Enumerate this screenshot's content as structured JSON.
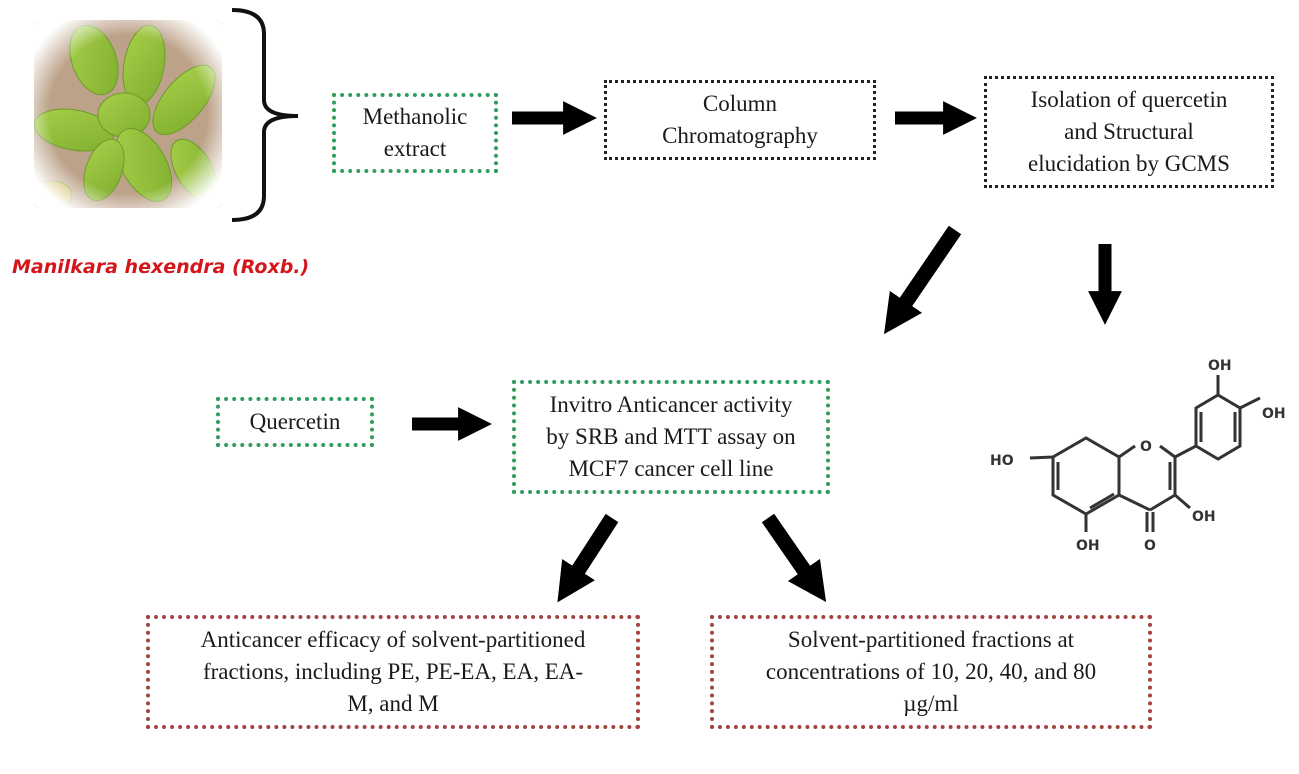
{
  "diagram": {
    "plant_label": "Manilkara hexendra (Roxb.)",
    "plant_image": "plant-photo",
    "nodes": {
      "methanolic_extract": [
        "Methanolic",
        "extract"
      ],
      "column_chromatography": [
        "Column",
        "Chromatography"
      ],
      "isolation": [
        "Isolation of quercetin",
        "and Structural",
        "elucidation by GCMS"
      ],
      "quercetin": [
        "Quercetin"
      ],
      "invitro": [
        "Invitro Anticancer activity",
        "by SRB and MTT assay on",
        "MCF7 cancer cell line"
      ],
      "efficacy": [
        "Anticancer efficacy of solvent-partitioned",
        "fractions, including PE, PE-EA, EA, EA-",
        "M, and M"
      ],
      "concentrations": [
        "Solvent-partitioned fractions at",
        "concentrations of 10, 20, 40, and 80",
        "µg/ml"
      ]
    },
    "structure": {
      "name": "quercetin-structure",
      "labels": {
        "oh_top": "OH",
        "oh_right": "OH",
        "ho_left": "HO",
        "o_ring": "O",
        "oh_3": "OH",
        "oh_5": "OH",
        "o_keto": "O"
      }
    },
    "colors": {
      "green_border": "#2e9e5c",
      "black_border": "#222222",
      "brown_border": "#a3423f",
      "species_text": "#d4161c",
      "arrow": "#000000"
    }
  }
}
